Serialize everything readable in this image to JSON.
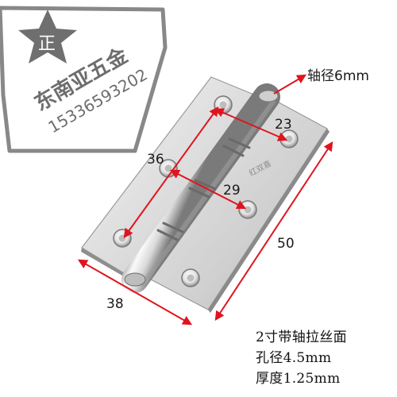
{
  "stamp": {
    "seal_char": "正",
    "shop_name": "东南亚五金",
    "phone": "15336593202"
  },
  "hinge": {
    "engraving": "红双喜"
  },
  "annotations": {
    "axle_diameter": "轴径6mm",
    "hole_pitch_short": "23",
    "hole_pitch_long": "36",
    "hole_pitch_mid": "29",
    "length": "50",
    "width": "38"
  },
  "specs": {
    "line1": "2寸带轴拉丝面",
    "line2": "孔径4.5mm",
    "line3": "厚度1.25mm"
  },
  "colors": {
    "annotation_red": "#e0141e",
    "stamp_gray": "#6d6d6d",
    "steel_light": "#eeeeee",
    "steel_dark": "#a9a9a9"
  }
}
